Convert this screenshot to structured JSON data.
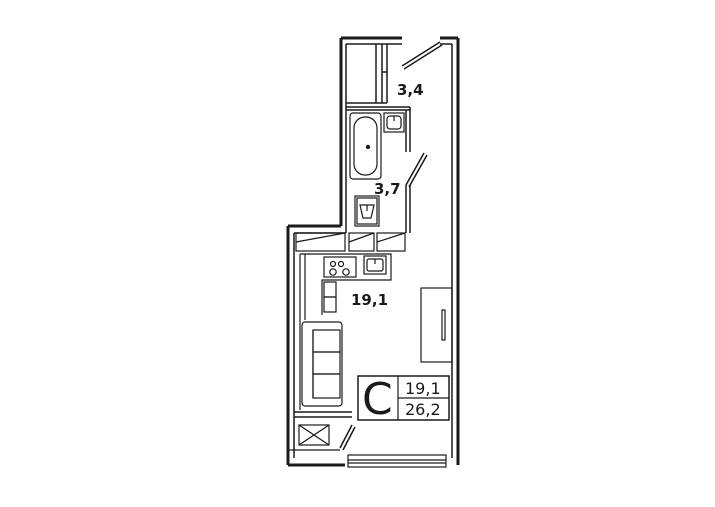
{
  "rooms": {
    "storage_area": "3,4",
    "bathroom_area": "3,7",
    "living_area": "19,1"
  },
  "legend": {
    "type_letter": "C",
    "living_area": "19,1",
    "total_area": "26,2"
  },
  "colors": {
    "wall": "#1a1a1a",
    "fixture": "#8a8a8a",
    "background": "#ffffff"
  }
}
